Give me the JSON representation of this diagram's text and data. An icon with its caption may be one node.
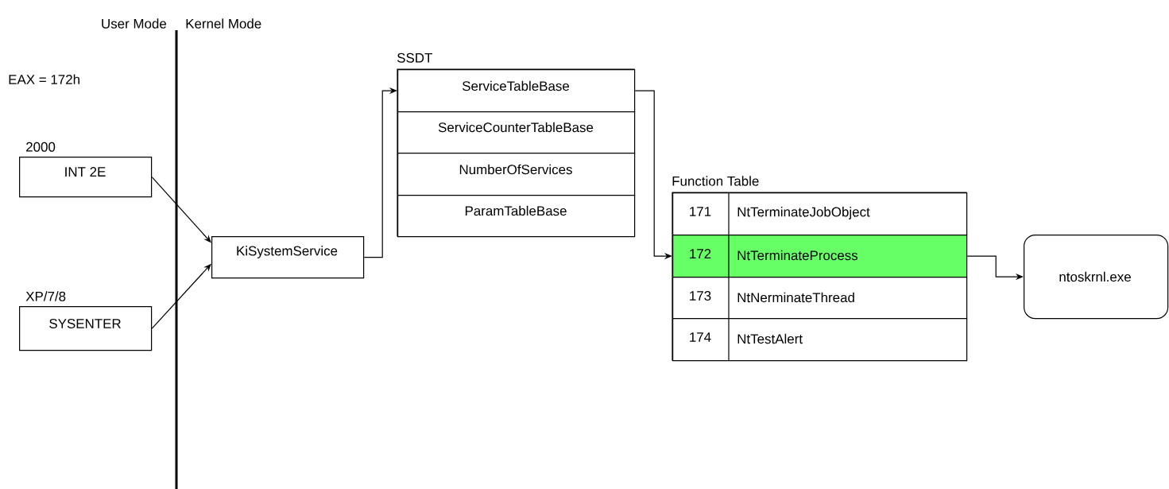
{
  "diagram": {
    "nodes": [
      {
        "text": [
          "INT 2E"
        ],
        "beside": [
          "2000"
        ]
      },
      {
        "text": [
          "SYSENTER"
        ],
        "beside": [
          "XP/7/8"
        ]
      },
      {
        "text": [
          "KiSystemService"
        ]
      },
      {
        "text": [
          "SSDT"
        ]
      },
      {
        "text": [
          "ServiceTableBase"
        ],
        "in": 3
      },
      {
        "text": [
          "ServiceCounterTableBase"
        ],
        "in": 3
      },
      {
        "text": [
          "NumberOfServices"
        ],
        "in": 3
      },
      {
        "text": [
          "ParamTableBase"
        ],
        "in": 3
      },
      {
        "text": [
          "Function Table"
        ]
      },
      {
        "text": [
          "171",
          "NtTerminateJobObject"
        ],
        "in": 8
      },
      {
        "text": [
          "172",
          "NtTerminateProcess"
        ],
        "in": 8
      },
      {
        "text": [
          "173",
          "NtNerminateThread"
        ],
        "in": 8
      },
      {
        "text": [
          "174",
          "NtTestAlert"
        ],
        "in": 8
      },
      {
        "text": [
          "ntoskrnl.exe"
        ]
      }
    ],
    "edges": [
      {
        "from": 0,
        "to": 2,
        "arrow": "to"
      },
      {
        "from": 1,
        "to": 2,
        "arrow": "to"
      },
      {
        "from": 2,
        "to": 4,
        "arrow": "to"
      },
      {
        "from": 4,
        "to": 10,
        "arrow": "to"
      },
      {
        "from": 10,
        "to": 13,
        "arrow": "to"
      }
    ],
    "labels": [
      "User Mode",
      "Kernel Mode",
      "EAX = 172h"
    ]
  }
}
